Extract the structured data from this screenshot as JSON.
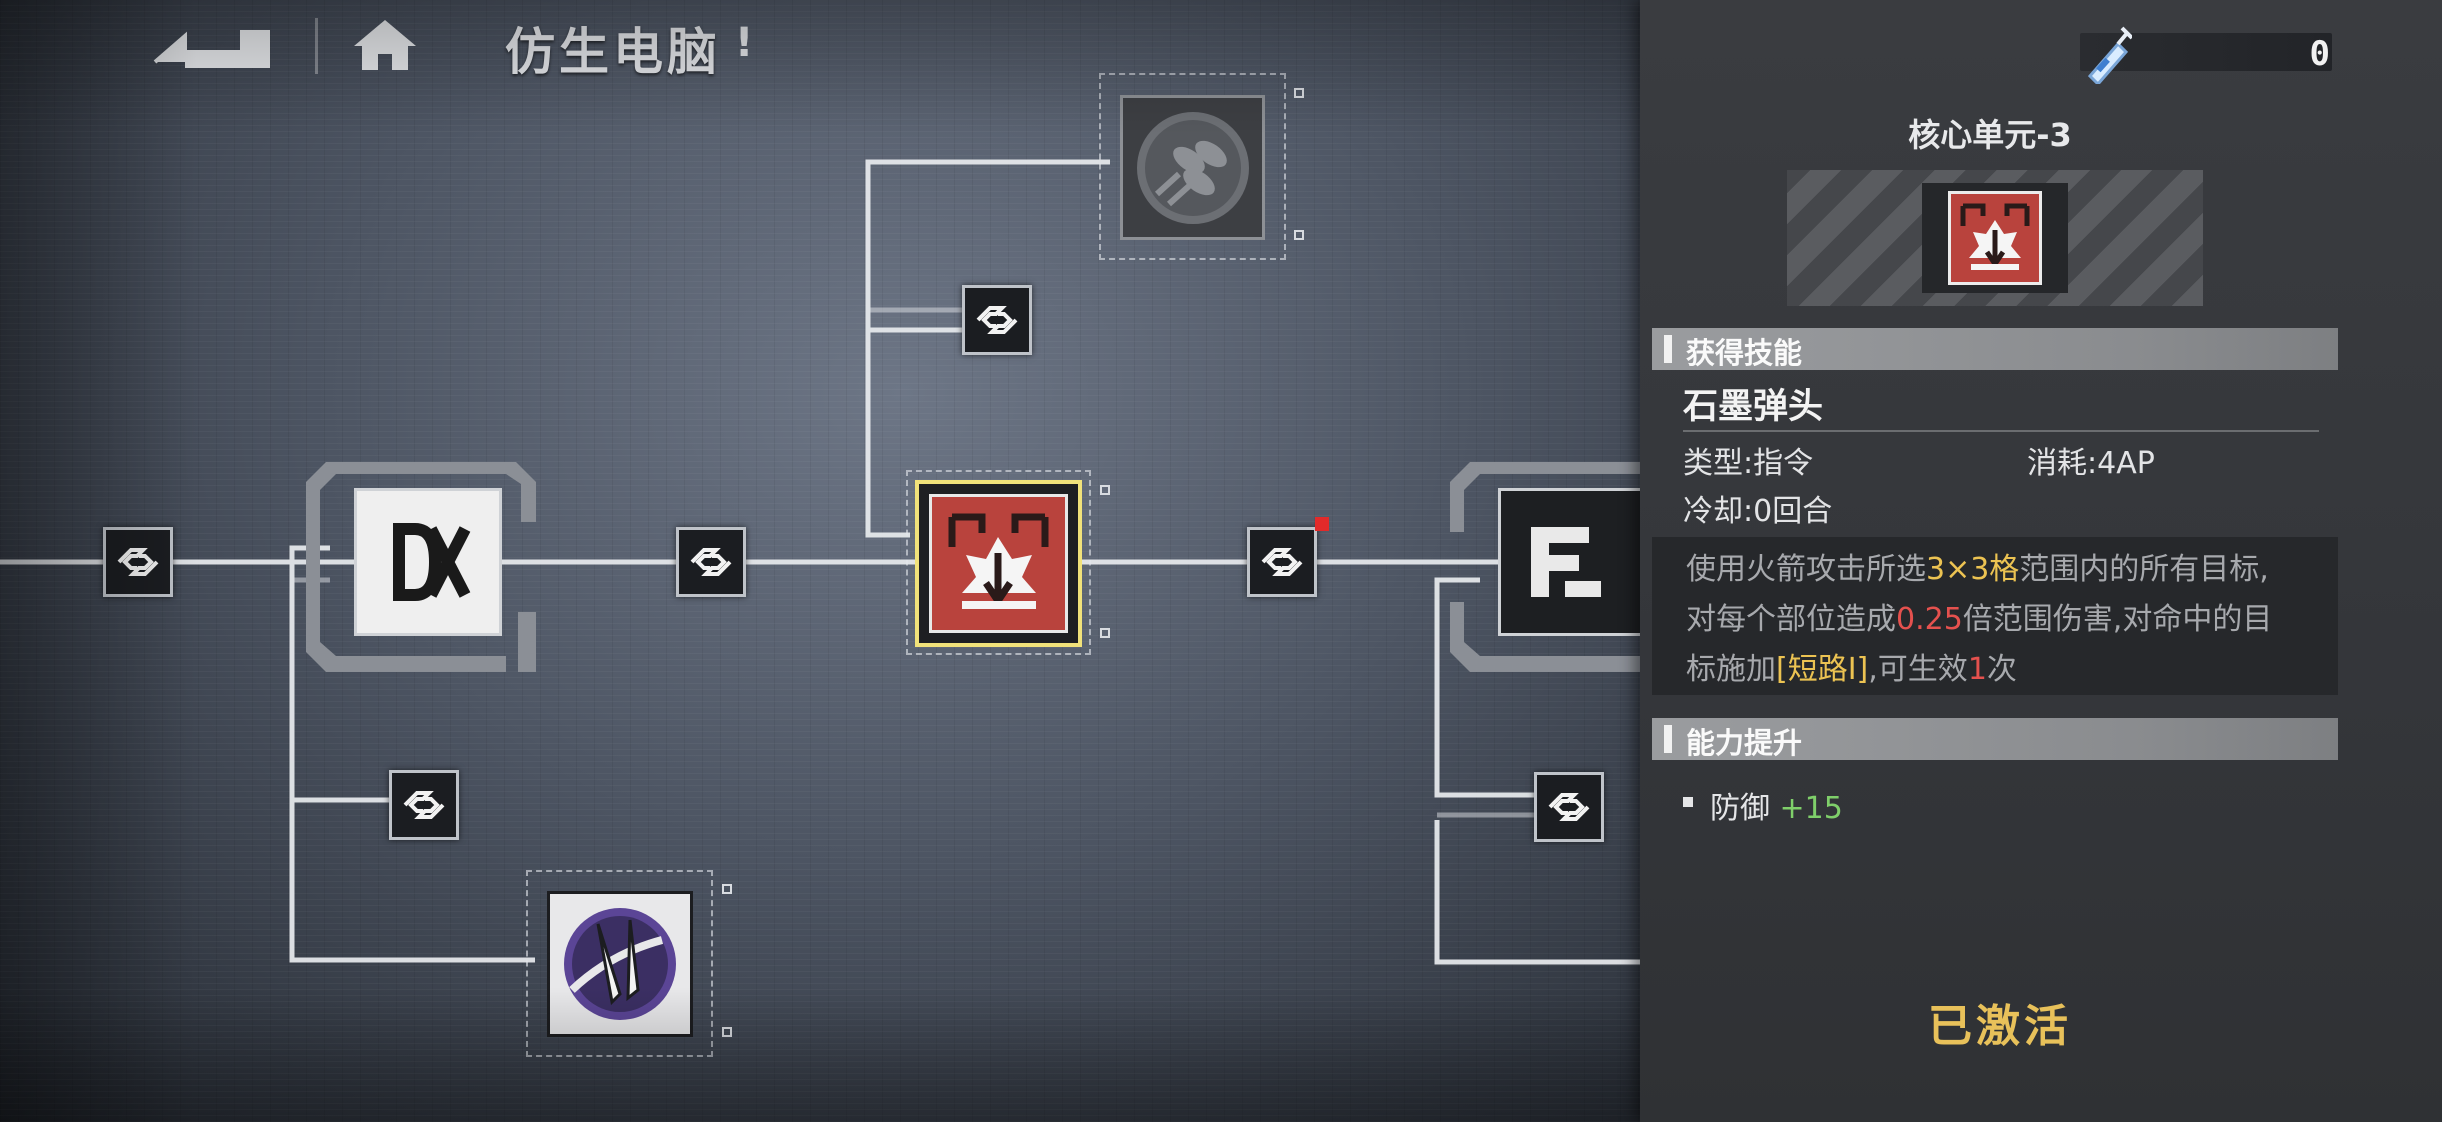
{
  "header": {
    "title": "仿生电脑",
    "info_label": "!"
  },
  "tree": {
    "nodes": [
      {
        "id": "dx",
        "label": "DX",
        "state": "unlocked"
      },
      {
        "id": "core-3",
        "state": "selected"
      },
      {
        "id": "f-node",
        "label": "F",
        "state": "unlocked"
      },
      {
        "id": "claw",
        "state": "locked"
      },
      {
        "id": "missile",
        "state": "locked"
      }
    ]
  },
  "panel": {
    "resource_count": "0",
    "core_title": "核心单元-3",
    "skill_section_label": "获得技能",
    "skill_name": "石墨弹头",
    "type_label": "类型:指令",
    "cost_label": "消耗:4AP",
    "cooldown_label": "冷却:0回合",
    "description": {
      "p1": "使用火箭攻击所选",
      "h1": "3×3格",
      "p2": "范围内的所有目标,",
      "p3": "对每个部位造成",
      "h2": "0.25",
      "p4": "倍范围伤害,对命中的目",
      "p5": "标施加",
      "h3": "[短路Ⅰ]",
      "p6": ",可生效",
      "h4": "1",
      "p7": "次"
    },
    "ability_section_label": "能力提升",
    "stat_label": "防御",
    "stat_value": "+15",
    "status_label": "已激活"
  },
  "colors": {
    "highlight_yellow": "#ecc352",
    "highlight_red": "#e5514e",
    "stat_green": "#7fcf6a",
    "activated_gold": "#e8c15a"
  }
}
